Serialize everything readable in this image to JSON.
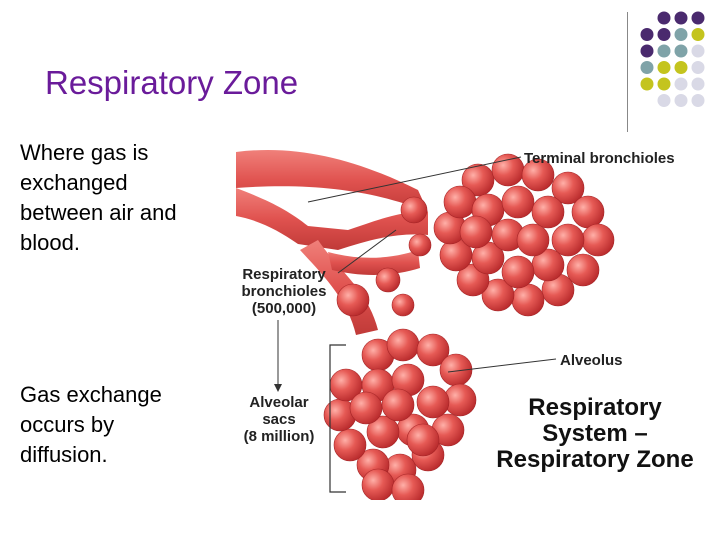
{
  "slide": {
    "title": "Respiratory Zone",
    "bullets": [
      {
        "lines": [
          "Where gas is",
          "exchanged",
          "between air and",
          "blood."
        ]
      },
      {
        "lines": [
          "Gas exchange",
          "occurs by",
          "diffusion."
        ]
      }
    ]
  },
  "figure": {
    "labels": {
      "terminal_bronchioles": "Terminal bronchioles",
      "respiratory_bronchioles": [
        "Respiratory",
        "bronchioles",
        "(500,000)"
      ],
      "alveolus": "Alveolus",
      "alveolar_sacs": [
        "Alveolar",
        "sacs",
        "(8 million)"
      ]
    },
    "caption": [
      "Respiratory",
      "System –",
      "Respiratory Zone"
    ]
  },
  "colors": {
    "title": "#6a1b9a",
    "dot_purple": "#4a2a6e",
    "dot_teal": "#7fa3a8",
    "dot_olive": "#c4c41e",
    "dot_grey": "#d9d9e6",
    "tissue": "#e0524f"
  }
}
